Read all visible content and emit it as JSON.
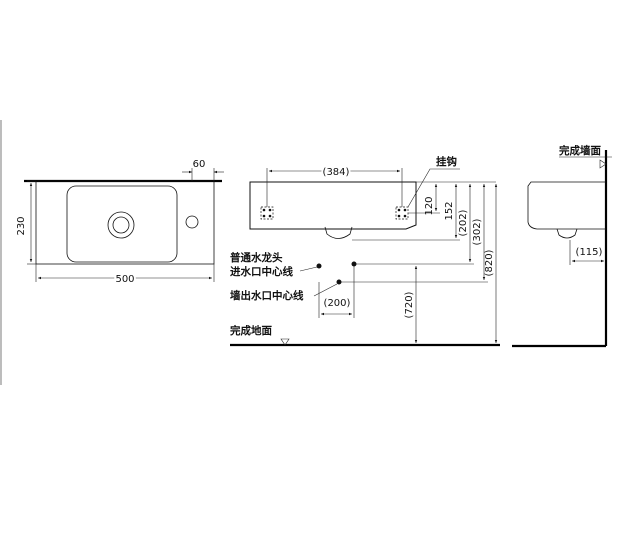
{
  "plan_view": {
    "dims": {
      "width": "500",
      "depth": "230",
      "tap_offset": "60"
    }
  },
  "front_view": {
    "dims": {
      "hook_spacing": "(384)",
      "hook_height": "120",
      "top_to_trap": "152",
      "top_to_tap_line": "(202)",
      "top_to_wall_drain": "(302)",
      "rim_height": "(820)",
      "tap_line_height": "(720)",
      "drain_spacing": "(200)"
    },
    "labels": {
      "hook": "挂钩",
      "tap": "普通水龙头",
      "tap_line": "进水口中心线",
      "wall_drain": "墙出水口中心线",
      "floor": "完成地面"
    }
  },
  "side_view": {
    "labels": {
      "wall": "完成墙面"
    },
    "dims": {
      "trap_offset": "(115)"
    }
  },
  "colors": {
    "line": "#111111",
    "background": "#ffffff"
  }
}
